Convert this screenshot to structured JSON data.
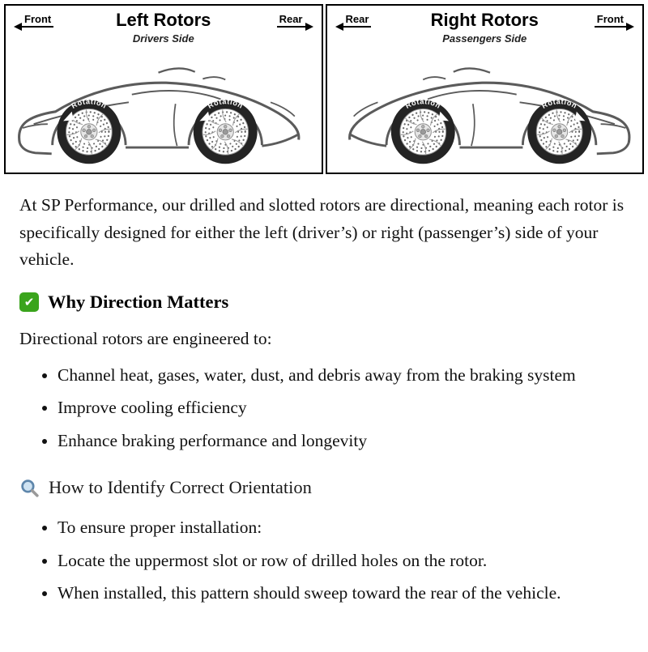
{
  "diagram": {
    "panels": [
      {
        "corner_left": "Front",
        "corner_right": "Rear",
        "title": "Left Rotors",
        "subtitle": "Drivers Side",
        "rotation": "Rotation"
      },
      {
        "corner_left": "Rear",
        "corner_right": "Front",
        "title": "Right Rotors",
        "subtitle": "Passengers Side",
        "rotation": "Rotation"
      }
    ]
  },
  "article": {
    "intro": "At SP Performance, our drilled and slotted rotors are directional, meaning each rotor is specifically designed for either the left (driver’s) or right (passenger’s) side of your vehicle.",
    "sections": [
      {
        "icon": "check-icon",
        "heading": "Why Direction Matters",
        "lead": "Directional rotors are engineered to:",
        "bullets": [
          "Channel heat, gases, water, dust, and debris away from the braking system",
          "Improve cooling efficiency",
          "Enhance braking performance and longevity"
        ]
      },
      {
        "icon": "magnifier-icon",
        "heading": "How to Identify Correct Orientation",
        "bullets": [
          "To ensure proper installation:",
          "Locate the uppermost slot or row of drilled holes on the rotor.",
          "When installed, this pattern should sweep toward the rear of the vehicle."
        ]
      }
    ]
  },
  "colors": {
    "check_green": "#3aa41c",
    "magnifier_blue": "#5e86ab",
    "diagram_ink": "#5b5b5b"
  }
}
